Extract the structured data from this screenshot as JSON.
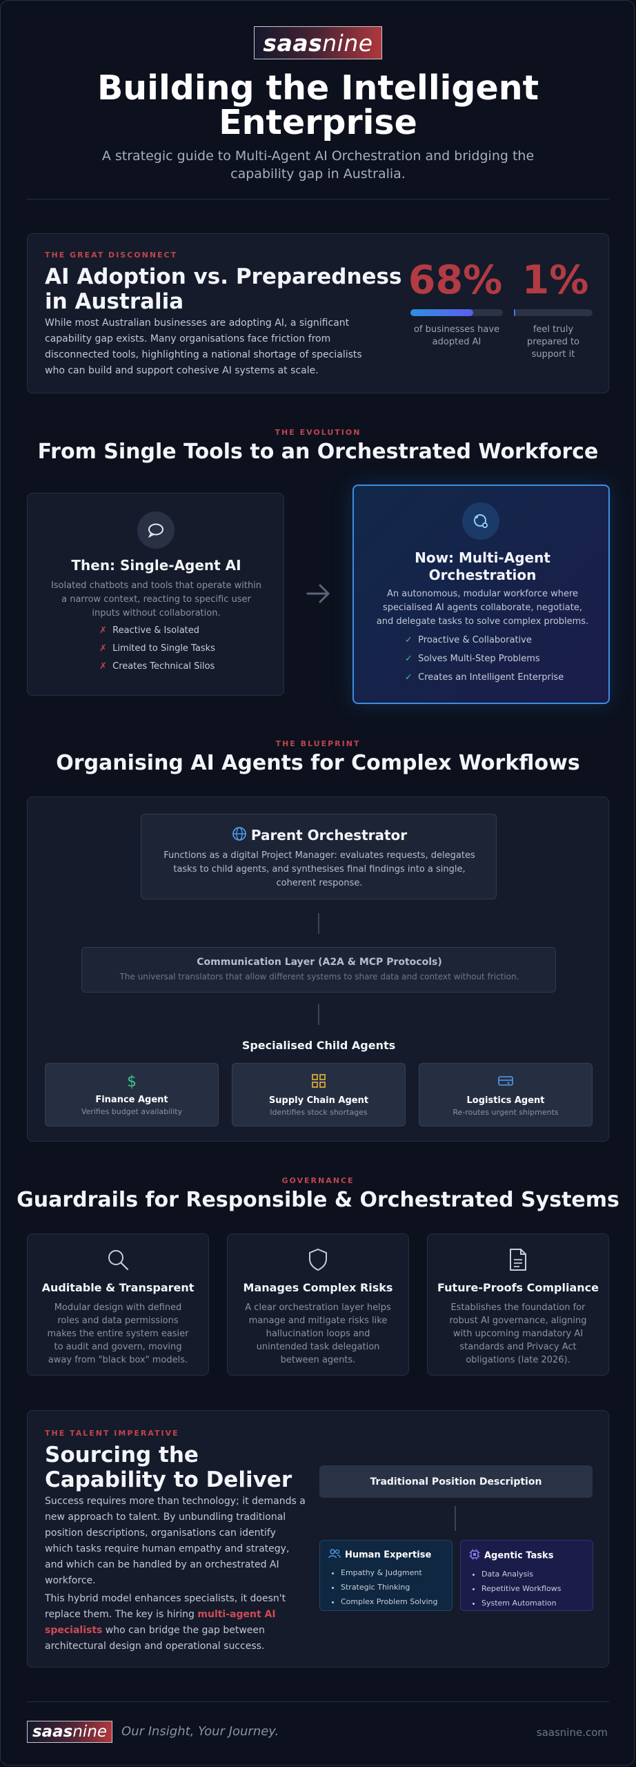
{
  "brand": {
    "logo_bold": "saas",
    "logo_light": "nine"
  },
  "hero": {
    "title": "Building the Intelligent Enterprise",
    "subtitle": "A strategic guide to Multi-Agent AI Orchestration and bridging the capability gap in Australia."
  },
  "disconnect": {
    "kicker": "THE GREAT DISCONNECT",
    "title": "AI Adoption vs. Preparedness in Australia",
    "body": "While most Australian businesses are adopting AI, a significant capability gap exists. Many organisations face friction from disconnected tools, highlighting a national shortage of specialists who can build and support cohesive AI systems at scale.",
    "stats": [
      {
        "value": "68%",
        "fill": 0.68,
        "label": "of businesses have adopted AI"
      },
      {
        "value": "1%",
        "fill": 0.01,
        "label": "feel truly prepared to support it"
      }
    ]
  },
  "evolution": {
    "kicker": "THE EVOLUTION",
    "title": "From Single Tools to an Orchestrated Workforce",
    "then": {
      "icon": "speech-bubble-icon",
      "title": "Then: Single-Agent AI",
      "desc": "Isolated chatbots and tools that operate within a narrow context, reacting to specific user inputs without collaboration.",
      "items": [
        "Reactive & Isolated",
        "Limited to Single Tasks",
        "Creates Technical Silos"
      ]
    },
    "now": {
      "icon": "network-icon",
      "title": "Now: Multi-Agent Orchestration",
      "desc": "An autonomous, modular workforce where specialised AI agents collaborate, negotiate, and delegate tasks to solve complex problems.",
      "items": [
        "Proactive & Collaborative",
        "Solves Multi-Step Problems",
        "Creates an Intelligent Enterprise"
      ]
    },
    "x_mark": "✗",
    "check_mark": "✓"
  },
  "blueprint": {
    "kicker": "THE BLUEPRINT",
    "title": "Organising AI Agents for Complex Workflows",
    "orchestrator": {
      "title": "Parent Orchestrator",
      "desc": "Functions as a digital Project Manager: evaluates requests, delegates tasks to child agents, and synthesises final findings into a single, coherent response."
    },
    "comm": {
      "title": "Communication Layer (A2A & MCP Protocols)",
      "desc": "The universal translators that allow different systems to share data and context without friction."
    },
    "children_title": "Specialised Child Agents",
    "agents": [
      {
        "icon": "dollar-icon",
        "name": "Finance Agent",
        "desc": "Verifies budget availability",
        "color": "#3ec28a"
      },
      {
        "icon": "grid-icon",
        "name": "Supply Chain Agent",
        "desc": "Identifies stock shortages",
        "color": "#d9a93a"
      },
      {
        "icon": "truck-icon",
        "name": "Logistics Agent",
        "desc": "Re-routes urgent shipments",
        "color": "#4f8fe0"
      }
    ]
  },
  "governance": {
    "kicker": "GOVERNANCE",
    "title": "Guardrails for Responsible & Orchestrated Systems",
    "cards": [
      {
        "icon": "magnifier-icon",
        "title": "Auditable & Transparent",
        "desc": "Modular design with defined roles and data permissions makes the entire system easier to audit and govern, moving away from \"black box\" models."
      },
      {
        "icon": "shield-icon",
        "title": "Manages Complex Risks",
        "desc": "A clear orchestration layer helps manage and mitigate risks like hallucination loops and unintended task delegation between agents."
      },
      {
        "icon": "document-icon",
        "title": "Future-Proofs Compliance",
        "desc": "Establishes the foundation for robust AI governance, aligning with upcoming mandatory AI standards and Privacy Act obligations (late 2026)."
      }
    ]
  },
  "talent": {
    "kicker": "THE TALENT IMPERATIVE",
    "title": "Sourcing the Capability to Deliver",
    "p1": "Success requires more than technology; it demands a new approach to talent. By unbundling traditional position descriptions, organisations can identify which tasks require human empathy and strategy, and which can be handled by an orchestrated AI workforce.",
    "p2_before": "This hybrid model enhances specialists, it doesn't replace them. The key is hiring ",
    "p2_highlight": "multi-agent AI specialists",
    "p2_after": " who can bridge the gap between architectural design and operational success.",
    "traditional": "Traditional Position Description",
    "human": {
      "title": "Human Expertise",
      "items": [
        "Empathy & Judgment",
        "Strategic Thinking",
        "Complex Problem Solving"
      ]
    },
    "agentic": {
      "title": "Agentic Tasks",
      "items": [
        "Data Analysis",
        "Repetitive Workflows",
        "System Automation"
      ]
    }
  },
  "footer": {
    "tagline": "Our Insight, Your Journey.",
    "site": "saasnine.com"
  }
}
